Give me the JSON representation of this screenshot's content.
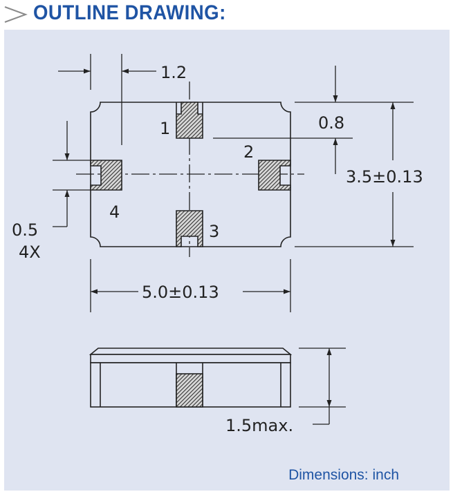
{
  "header": {
    "title": "OUTLINE DRAWING:",
    "arrow_icon": "triangle-right-outline-icon"
  },
  "colors": {
    "title": "#1f54a4",
    "panel_background": "#dfe4f1",
    "line": "#222222",
    "pad_fill": "#333333"
  },
  "top_view": {
    "pads": {
      "pad1_label": "1",
      "pad2_label": "2",
      "pad3_label": "3",
      "pad4_label": "4"
    },
    "dimensions": {
      "pad_width": "1.2",
      "pad_length": "0.8",
      "height": "3.5±0.13",
      "pad_gap": "0.5",
      "pad_gap_count": "4X",
      "width": "5.0±0.13"
    }
  },
  "side_view": {
    "max_height": "1.5max."
  },
  "units_note": "Dimensions: inch"
}
